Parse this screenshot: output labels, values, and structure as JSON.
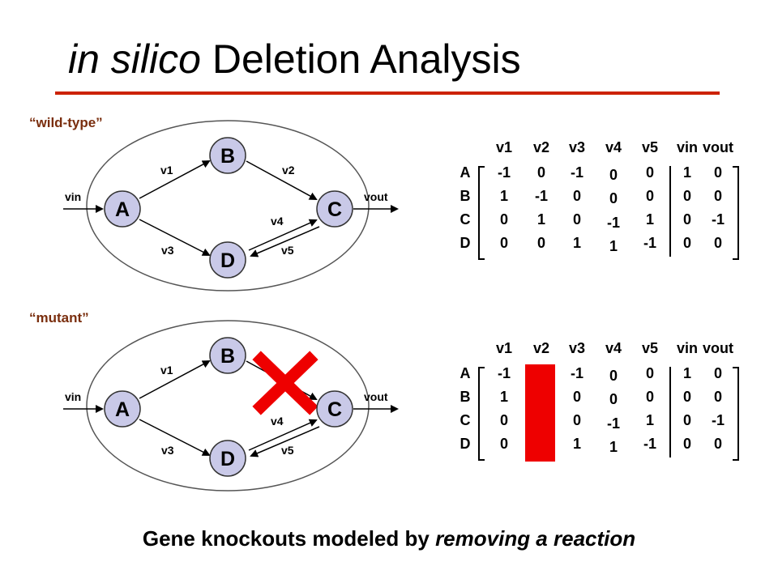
{
  "title": {
    "italic": "in silico",
    "rest": " Deletion Analysis"
  },
  "colors": {
    "title_rule": "#cc2200",
    "label": "#7a2e0e",
    "node_fill": "#c9c9e8",
    "knockout": "#ee0000"
  },
  "caption": {
    "pre": "Gene knockouts modeled by ",
    "italic": "removing a reaction"
  },
  "panels": [
    {
      "label": "“wild-type”",
      "nodes": [
        "A",
        "B",
        "C",
        "D"
      ],
      "edges": {
        "v1": "v1",
        "v2": "v2",
        "v3": "v3",
        "v4": "v4",
        "v5": "v5",
        "vin": "vin",
        "vout": "vout"
      },
      "matrix": {
        "columns": [
          "v1",
          "v2",
          "v3",
          "v4",
          "v5",
          "vin",
          "vout"
        ],
        "rows": [
          "A",
          "B",
          "C",
          "D"
        ],
        "values": [
          [
            "-1",
            "0",
            "-1",
            "0",
            "0",
            "1",
            "0"
          ],
          [
            "1",
            "-1",
            "0",
            "0",
            "0",
            "0",
            "0"
          ],
          [
            "0",
            "1",
            "0",
            "-1",
            "1",
            "0",
            "-1"
          ],
          [
            "0",
            "0",
            "1",
            "1",
            "-1",
            "0",
            "0"
          ]
        ]
      }
    },
    {
      "label": "“mutant”",
      "nodes": [
        "A",
        "B",
        "C",
        "D"
      ],
      "edges": {
        "v1": "v1",
        "v3": "v3",
        "v4": "v4",
        "v5": "v5",
        "vin": "vin",
        "vout": "vout"
      },
      "knockout_icon": "cross-icon",
      "matrix": {
        "columns": [
          "v1",
          "v2",
          "v3",
          "v4",
          "v5",
          "vin",
          "vout"
        ],
        "rows": [
          "A",
          "B",
          "C",
          "D"
        ],
        "values": [
          [
            "-1",
            "",
            "-1",
            "0",
            "0",
            "1",
            "0"
          ],
          [
            "1",
            "",
            "0",
            "0",
            "0",
            "0",
            "0"
          ],
          [
            "0",
            "",
            "0",
            "-1",
            "1",
            "0",
            "-1"
          ],
          [
            "0",
            "",
            "1",
            "1",
            "-1",
            "0",
            "0"
          ]
        ]
      }
    }
  ]
}
